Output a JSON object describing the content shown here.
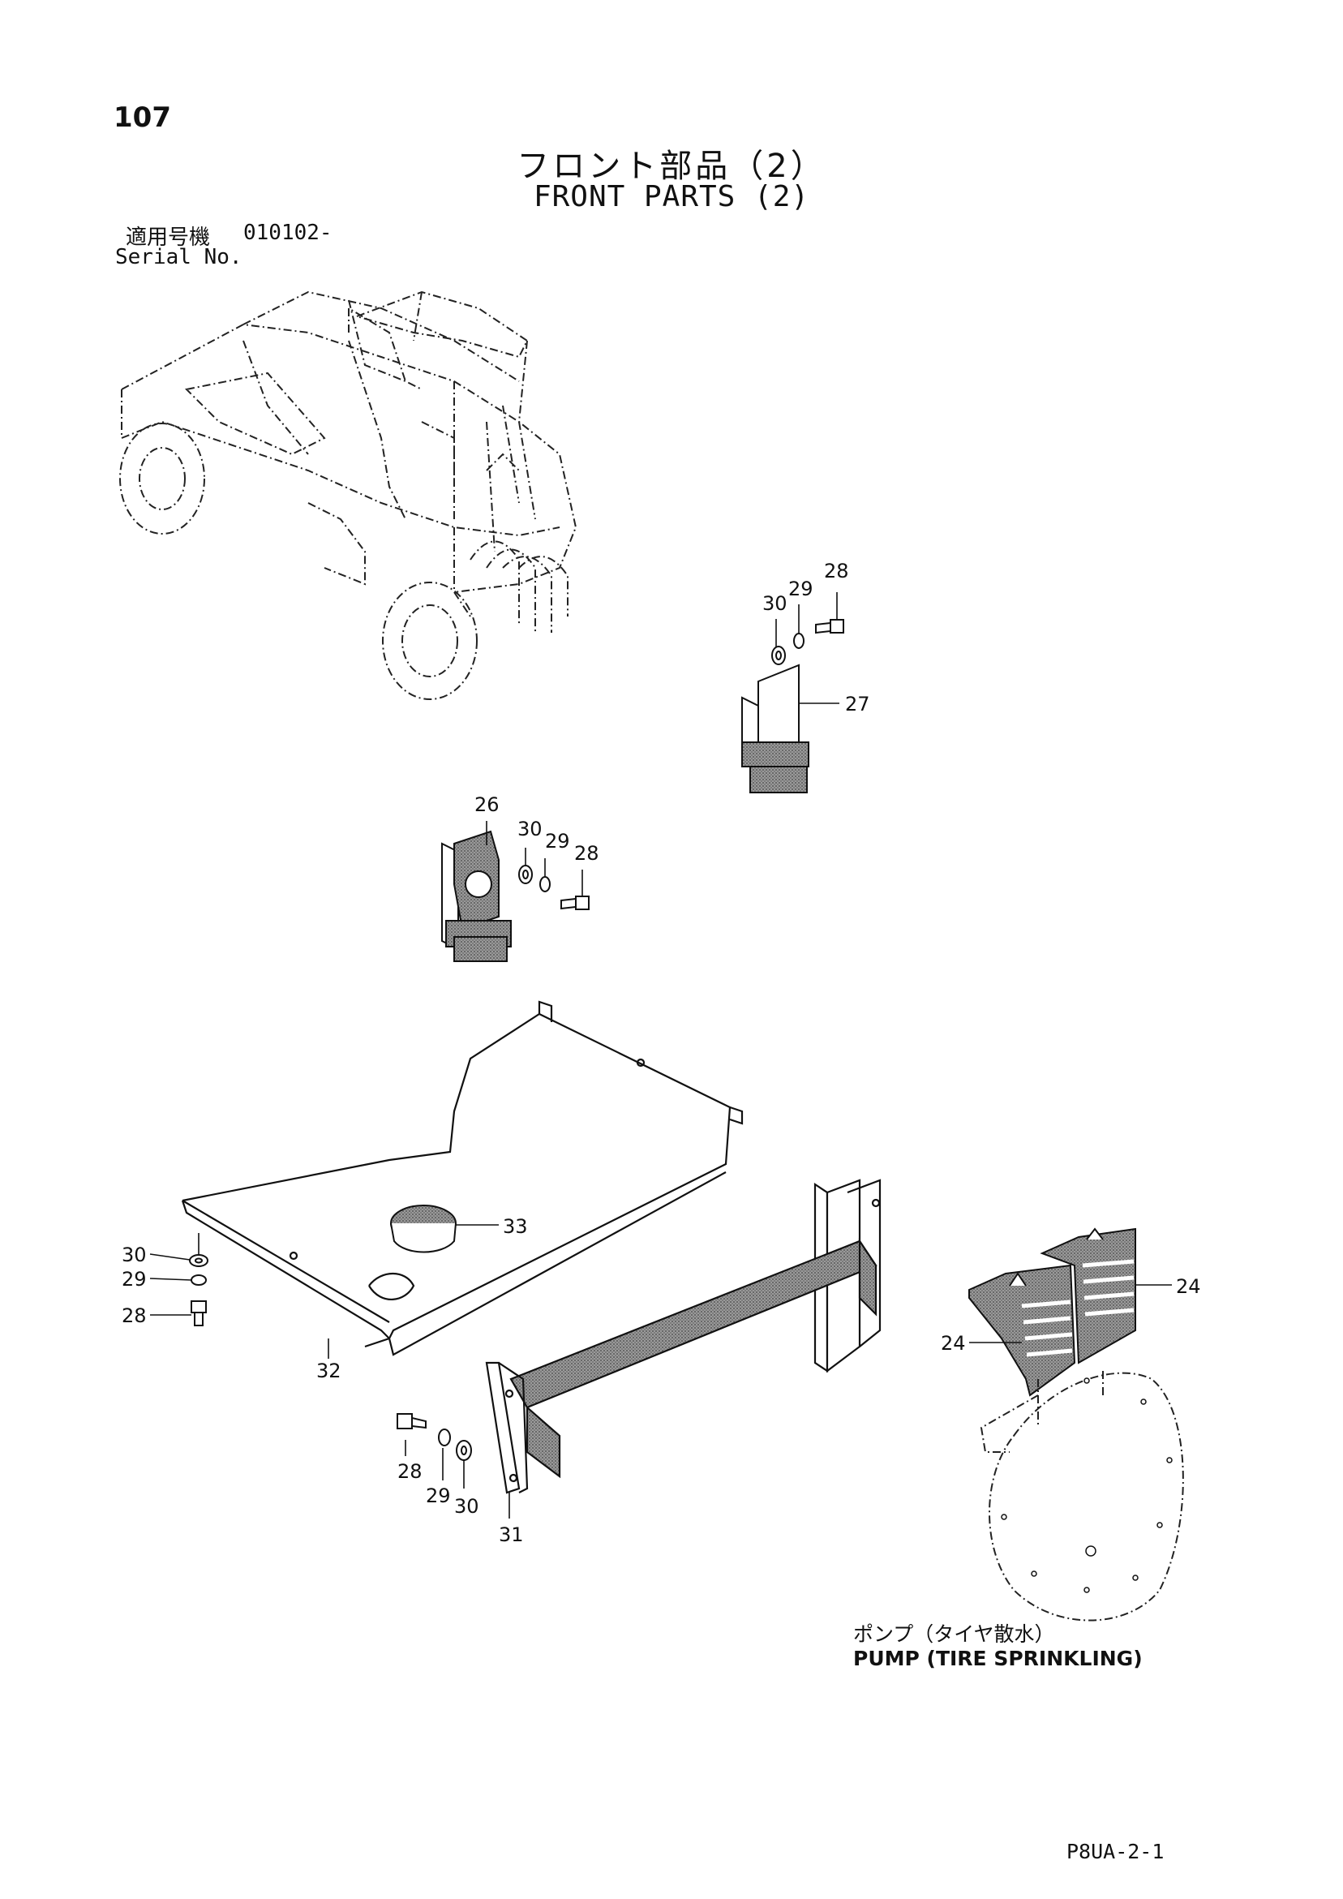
{
  "header": {
    "page_number": "107",
    "title_jp": "フロント部品（2）",
    "title_en": "FRONT PARTS (2)",
    "serial_label_jp": "適用号機",
    "serial_value": "010102-",
    "serial_label_en": "Serial No."
  },
  "callouts": [
    {
      "id": "c28a",
      "label": "28"
    },
    {
      "id": "c29a",
      "label": "29"
    },
    {
      "id": "c30a",
      "label": "30"
    },
    {
      "id": "c27",
      "label": "27"
    },
    {
      "id": "c26",
      "label": "26"
    },
    {
      "id": "c30b",
      "label": "30"
    },
    {
      "id": "c29b",
      "label": "29"
    },
    {
      "id": "c28b",
      "label": "28"
    },
    {
      "id": "c33",
      "label": "33"
    },
    {
      "id": "c30c",
      "label": "30"
    },
    {
      "id": "c29c",
      "label": "29"
    },
    {
      "id": "c28c",
      "label": "28"
    },
    {
      "id": "c32",
      "label": "32"
    },
    {
      "id": "c24a",
      "label": "24"
    },
    {
      "id": "c24b",
      "label": "24"
    },
    {
      "id": "c28d",
      "label": "28"
    },
    {
      "id": "c29d",
      "label": "29"
    },
    {
      "id": "c30d",
      "label": "30"
    },
    {
      "id": "c31",
      "label": "31"
    }
  ],
  "pump_note": {
    "jp": "ポンプ（タイヤ散水）",
    "en": "PUMP (TIRE SPRINKLING)"
  },
  "footer": {
    "page_code": "P8UA-2-1"
  }
}
